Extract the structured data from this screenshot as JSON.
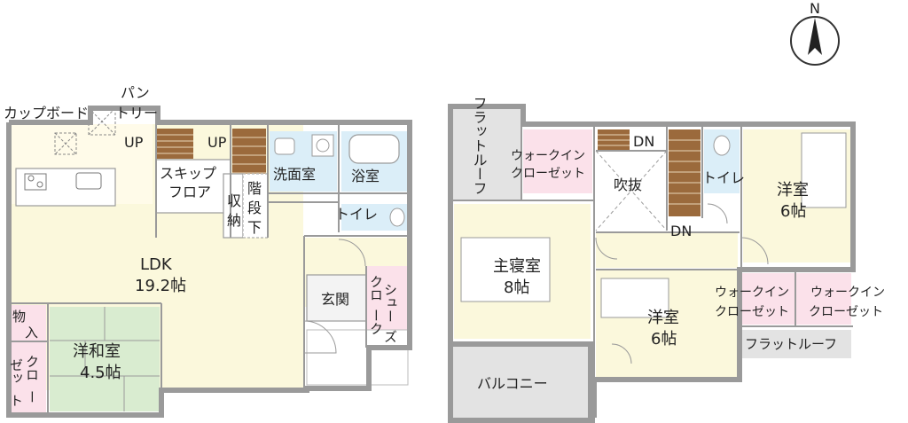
{
  "compass": {
    "label": "N"
  },
  "colors": {
    "ldk": "#fbf8dc",
    "wet": "#dbeef8",
    "closet": "#fbe1ea",
    "washitsu": "#d9ecd0",
    "balcony": "#e3e3e3",
    "stairs": "#9b6a3c",
    "wall": "#9a9a9a"
  },
  "floor1": {
    "cupboard": "カップボード",
    "pantry_1": "パン",
    "pantry_2": "トリー",
    "up_1": "UP",
    "up_2": "UP",
    "skip_floor_1": "スキップ",
    "skip_floor_2": "フロア",
    "storage_1": "収",
    "storage_2": "納",
    "stairs_1": "階",
    "stairs_2": "段",
    "stairs_3": "下",
    "washroom": "洗面室",
    "bathroom": "浴室",
    "toilet": "トイレ",
    "ldk_name": "LDK",
    "ldk_size": "19.2帖",
    "entrance": "玄関",
    "shoe_cloak_1": "シュー",
    "shoe_cloak_2": "ズ",
    "shoe_cloak_3": "クロ",
    "shoe_cloak_4": "ーク",
    "storage_room_1": "物",
    "storage_room_2": "入",
    "washitsu_name": "洋和室",
    "washitsu_size": "4.5帖",
    "closet_1": "クロ",
    "closet_2": "ー",
    "closet_3": "ゼッ",
    "closet_4": "ト"
  },
  "floor2": {
    "flat_roof_left": "フラットルーフ",
    "wic_1": "ウォークイン",
    "wic_2": "クローゼット",
    "dn_1": "DN",
    "dn_2": "DN",
    "void": "吹抜",
    "toilet": "トイレ",
    "room_ne_name": "洋室",
    "room_ne_size": "6帖",
    "master_name": "主寝室",
    "master_size": "8帖",
    "room_s_name": "洋室",
    "room_s_size": "6帖",
    "wic_a_1": "ウォークイン",
    "wic_a_2": "クローゼット",
    "wic_b_1": "ウォークイン",
    "wic_b_2": "クローゼット",
    "flat_roof_right": "フラットルーフ",
    "balcony": "バルコニー"
  }
}
